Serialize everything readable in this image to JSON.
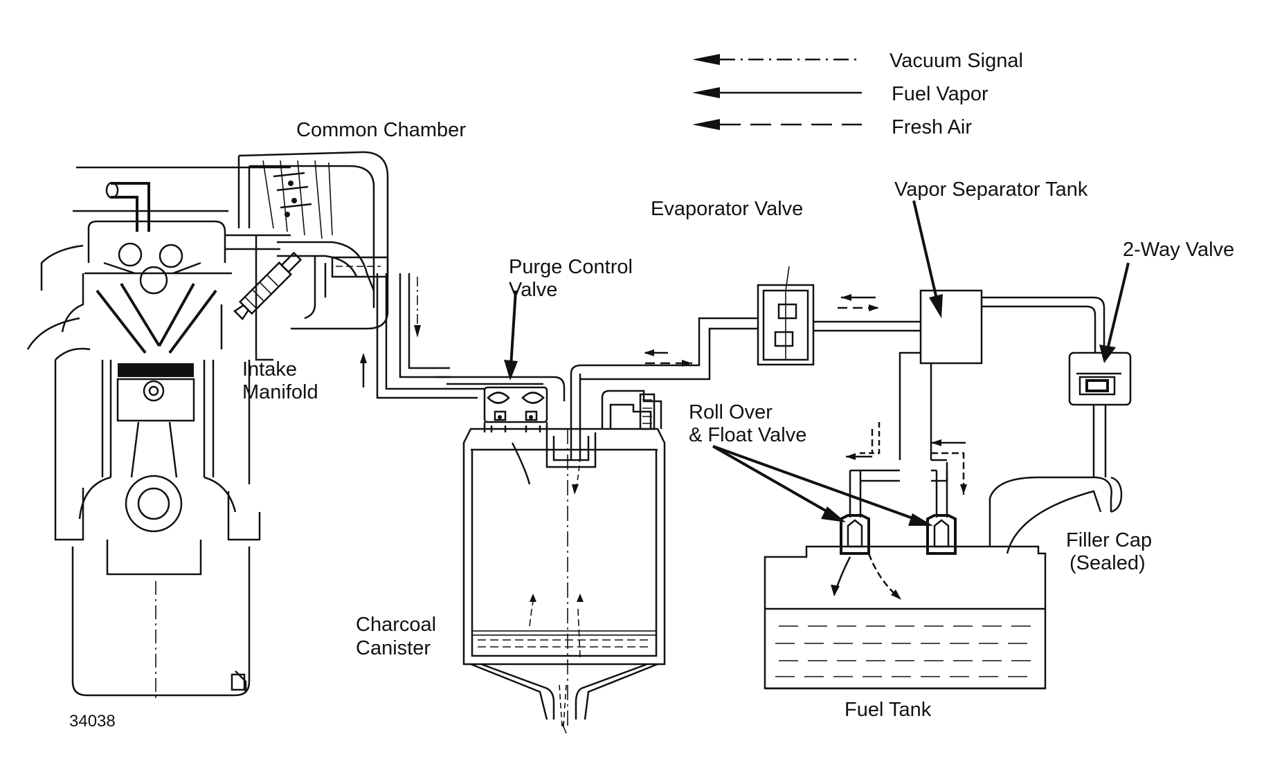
{
  "diagram": {
    "legend": [
      {
        "label": "Vacuum Signal",
        "style": "dash-dot"
      },
      {
        "label": "Fuel Vapor",
        "style": "solid"
      },
      {
        "label": "Fresh Air",
        "style": "dashed"
      }
    ],
    "labels": {
      "common_chamber": "Common Chamber",
      "evaporator_valve": "Evaporator Valve",
      "vapor_separator_tank": "Vapor Separator Tank",
      "two_way_valve": "2-Way Valve",
      "purge_control_valve_1": "Purge Control",
      "purge_control_valve_2": "Valve",
      "intake_manifold_1": "Intake",
      "intake_manifold_2": "Manifold",
      "roll_over_1": "Roll Over",
      "roll_over_2": "& Float Valve",
      "filler_cap_1": "Filler Cap",
      "filler_cap_2": "(Sealed)",
      "charcoal_canister_1": "Charcoal",
      "charcoal_canister_2": "Canister",
      "fuel_tank": "Fuel Tank",
      "figure_number": "34038"
    },
    "colors": {
      "ink": "#111111",
      "background": "#ffffff"
    }
  }
}
